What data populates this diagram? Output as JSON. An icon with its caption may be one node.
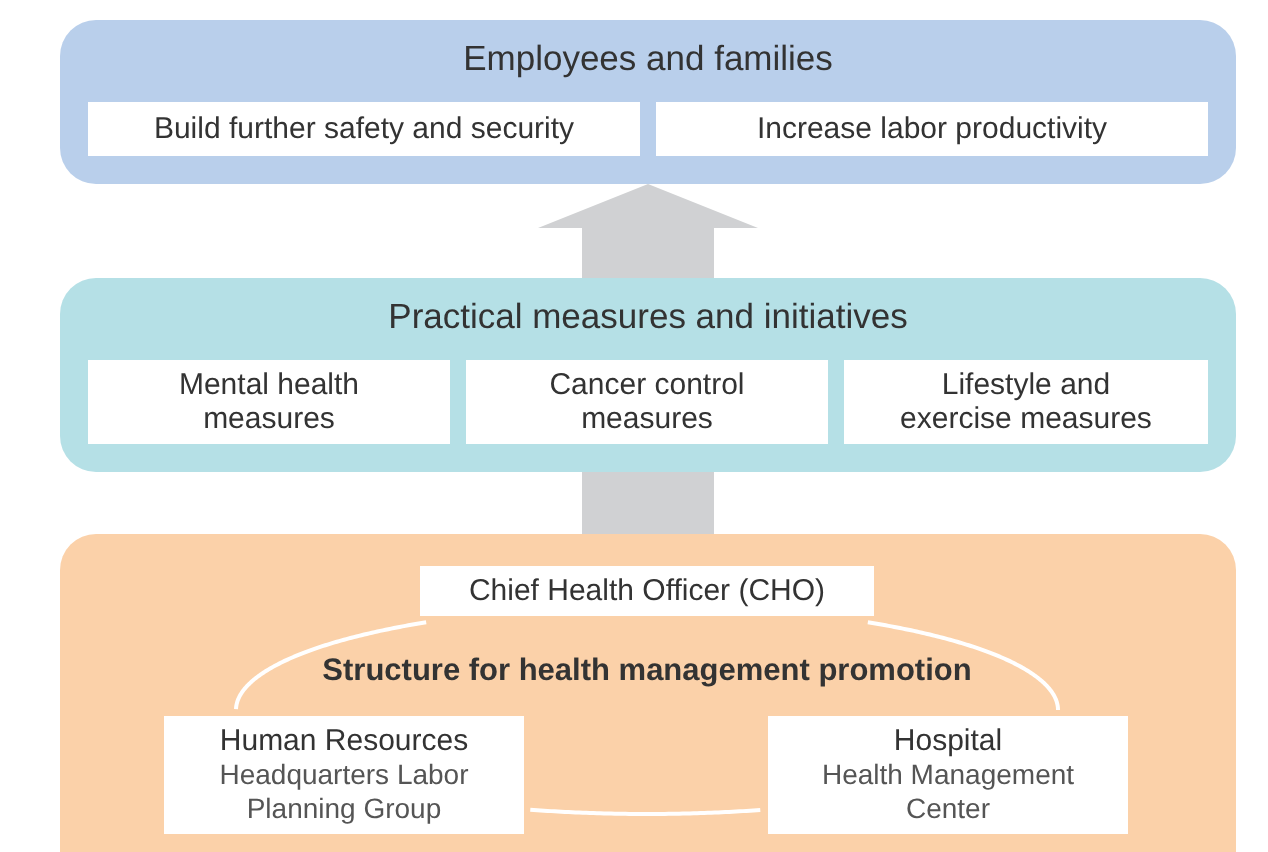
{
  "diagram": {
    "nodes": [
      {
        "text": [
          "Employees and families"
        ]
      },
      {
        "text": [
          "Build further safety and security"
        ],
        "in": 0
      },
      {
        "text": [
          "Increase labor productivity"
        ],
        "in": 0
      },
      {
        "text": [
          "Practical measures and initiatives"
        ]
      },
      {
        "text": [
          "Mental health measures"
        ],
        "in": 3
      },
      {
        "text": [
          "Cancer control measures"
        ],
        "in": 3
      },
      {
        "text": [
          "Lifestyle and exercise measures"
        ],
        "in": 3
      },
      {
        "text": [],
        "shape": "box"
      },
      {
        "text": [
          "Chief Health Officer (CHO)"
        ],
        "in": 7
      },
      {
        "text": [
          "Structure for health management promotion"
        ],
        "in": 7
      },
      {
        "text": [
          "Human Resources",
          "Headquarters Labor Planning Group"
        ],
        "in": 7
      },
      {
        "text": [
          "Hospital",
          "Health Management Center"
        ],
        "in": 7
      }
    ],
    "edges": [
      {
        "from": 7,
        "to": 3,
        "arrow": "none",
        "style": "thick",
        "color": "#d0d1d3"
      },
      {
        "from": 3,
        "to": 0,
        "arrow": "to",
        "style": "thick",
        "color": "#d0d1d3"
      }
    ]
  }
}
